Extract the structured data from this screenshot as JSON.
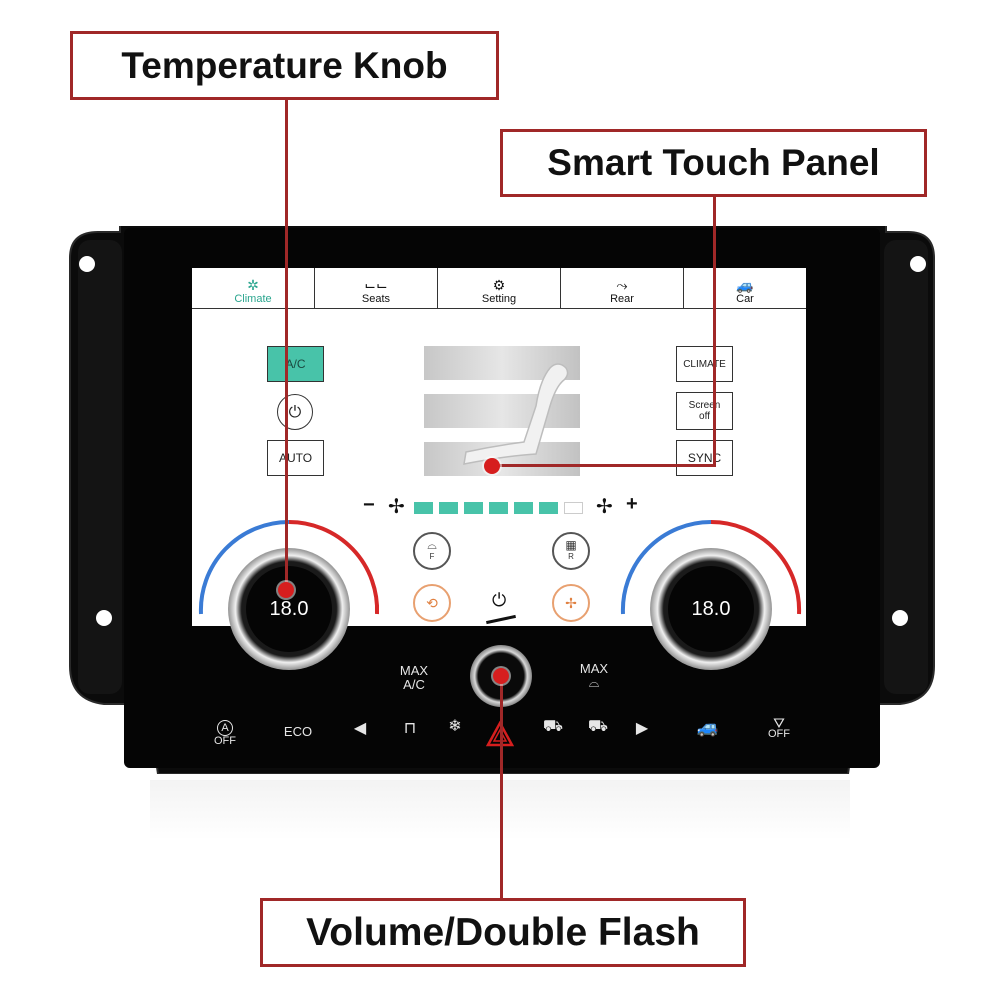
{
  "callouts": {
    "temperature_knob": "Temperature Knob",
    "smart_touch_panel": "Smart Touch Panel",
    "volume_double_flash": "Volume/Double Flash"
  },
  "tabs": [
    {
      "label": "Climate",
      "icon": "climate-icon",
      "active": true
    },
    {
      "label": "Seats",
      "icon": "seats-icon",
      "active": false
    },
    {
      "label": "Setting",
      "icon": "setting-icon",
      "active": false
    },
    {
      "label": "Rear",
      "icon": "rear-icon",
      "active": false
    },
    {
      "label": "Car",
      "icon": "car-icon",
      "active": false
    }
  ],
  "screen": {
    "ac_label": "A/C",
    "auto_label": "AUTO",
    "climate_label": "CLIMATE",
    "screen_off_label_1": "Screen",
    "screen_off_label_2": "off",
    "sync_label": "SYNC",
    "fan_minus": "−",
    "fan_plus": "+",
    "fan_level": 6,
    "fan_max": 7,
    "front_defrost_badge": "F",
    "rear_defrost_badge": "R"
  },
  "knobs": {
    "left_temp": "18.0",
    "right_temp": "18.0"
  },
  "hardware": {
    "max_ac_1": "MAX",
    "max_ac_2": "A/C",
    "max_defrost": "MAX",
    "auto_off_badge": "A",
    "auto_off_label": "OFF",
    "eco_label": "ECO",
    "hdc_off_label": "OFF"
  },
  "colors": {
    "accent": "#48c3a9",
    "callout_border": "#a02828",
    "marker": "#d61e1e",
    "cold": "#3a7bd5",
    "hot": "#d62828"
  }
}
